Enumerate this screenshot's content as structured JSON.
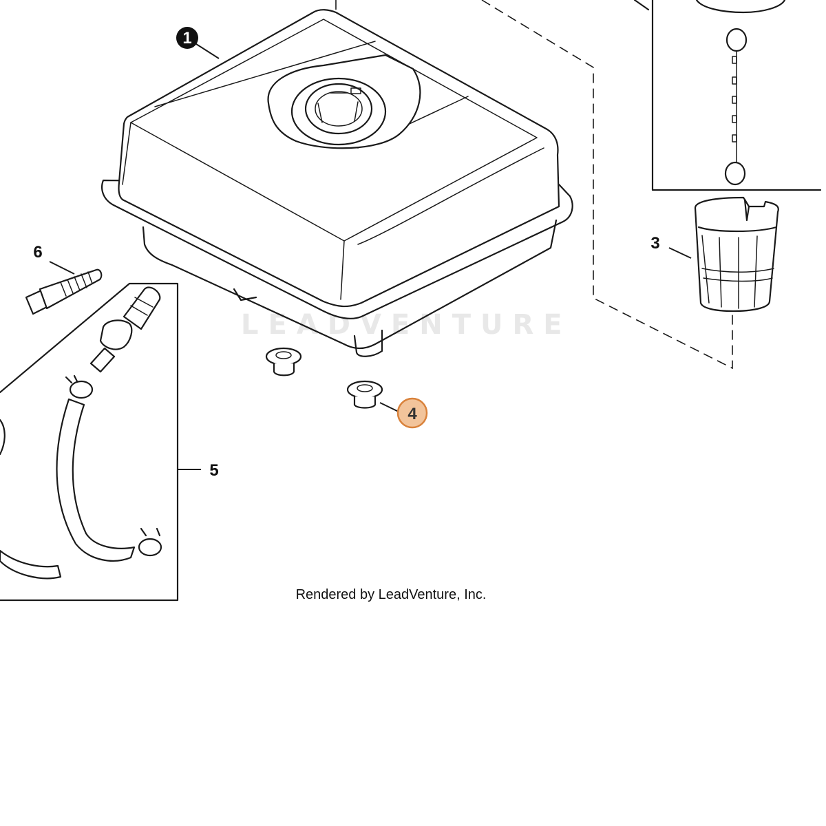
{
  "callouts": [
    {
      "id": "1",
      "label": "1",
      "style": "filled-dark"
    },
    {
      "id": "3",
      "label": "3",
      "style": "plain"
    },
    {
      "id": "4",
      "label": "4",
      "style": "highlighted"
    },
    {
      "id": "5",
      "label": "5",
      "style": "plain"
    },
    {
      "id": "6",
      "label": "6",
      "style": "plain"
    }
  ],
  "credit": "Rendered by LeadVenture, Inc.",
  "watermark": "LEADVENTURE",
  "colors": {
    "line": "#1a1a1a",
    "highlight_fill": "#f2c49b",
    "highlight_stroke": "#d9823b",
    "callout_dark": "#111111",
    "watermark": "#e6e6e6"
  }
}
